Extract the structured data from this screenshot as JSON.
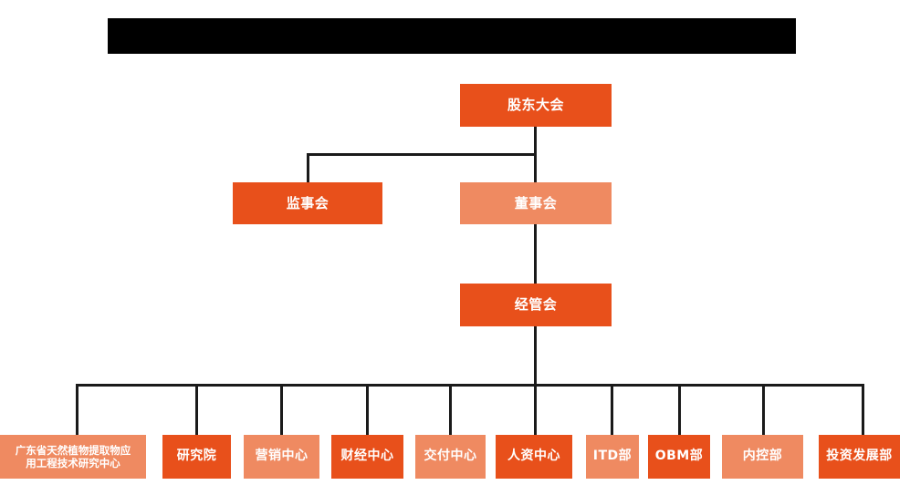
{
  "header": {
    "redacted_bar_label": "",
    "bar_color": "#000000"
  },
  "theme": {
    "dark_orange": "#E8501B",
    "light_orange": "#EF8A61",
    "line_color": "#1a1a1a",
    "background": "#ffffff",
    "text_color": "#ffffff"
  },
  "chart_data": {
    "type": "diagram",
    "title": "",
    "subtype": "org-chart",
    "orientation": "top-down",
    "levels": [
      {
        "level": 1,
        "nodes": [
          {
            "id": "shareholders",
            "label": "股东大会",
            "fill": "dark"
          }
        ]
      },
      {
        "level": 2,
        "nodes": [
          {
            "id": "supervisors",
            "label": "监事会",
            "fill": "dark"
          },
          {
            "id": "directors",
            "label": "董事会",
            "fill": "light"
          }
        ]
      },
      {
        "level": 3,
        "nodes": [
          {
            "id": "management",
            "label": "经管会",
            "fill": "dark"
          }
        ]
      },
      {
        "level": 4,
        "nodes": [
          {
            "id": "gd-center",
            "label": "广东省天然植物提取物应用工程技术研究中心",
            "fill": "light"
          },
          {
            "id": "research-institute",
            "label": "研究院",
            "fill": "dark"
          },
          {
            "id": "marketing-center",
            "label": "营销中心",
            "fill": "light"
          },
          {
            "id": "finance-center",
            "label": "财经中心",
            "fill": "dark"
          },
          {
            "id": "delivery-center",
            "label": "交付中心",
            "fill": "light"
          },
          {
            "id": "hr-center",
            "label": "人资中心",
            "fill": "dark"
          },
          {
            "id": "itd-dept",
            "label": "ITD部",
            "fill": "light"
          },
          {
            "id": "obm-dept",
            "label": "OBM部",
            "fill": "dark"
          },
          {
            "id": "internal-control-dept",
            "label": "内控部",
            "fill": "light"
          },
          {
            "id": "investment-development-dept",
            "label": "投资发展部",
            "fill": "dark"
          }
        ]
      }
    ],
    "edges": [
      {
        "from": "shareholders",
        "to": "supervisors"
      },
      {
        "from": "shareholders",
        "to": "directors"
      },
      {
        "from": "directors",
        "to": "management"
      },
      {
        "from": "management",
        "to": "gd-center"
      },
      {
        "from": "management",
        "to": "research-institute"
      },
      {
        "from": "management",
        "to": "marketing-center"
      },
      {
        "from": "management",
        "to": "finance-center"
      },
      {
        "from": "management",
        "to": "delivery-center"
      },
      {
        "from": "management",
        "to": "hr-center"
      },
      {
        "from": "management",
        "to": "itd-dept"
      },
      {
        "from": "management",
        "to": "obm-dept"
      },
      {
        "from": "management",
        "to": "internal-control-dept"
      },
      {
        "from": "management",
        "to": "investment-development-dept"
      }
    ]
  },
  "nodes": {
    "shareholders": {
      "label": "股东大会"
    },
    "supervisors": {
      "label": "监事会"
    },
    "directors": {
      "label": "董事会"
    },
    "management": {
      "label": "经管会"
    },
    "gd_center_line1": {
      "label": "广东省天然植物提取物应"
    },
    "gd_center_line2": {
      "label": "用工程技术研究中心"
    },
    "research_institute": {
      "label": "研究院"
    },
    "marketing_center": {
      "label": "营销中心"
    },
    "finance_center": {
      "label": "财经中心"
    },
    "delivery_center": {
      "label": "交付中心"
    },
    "hr_center": {
      "label": "人资中心"
    },
    "itd_dept": {
      "label": "ITD部"
    },
    "obm_dept": {
      "label": "OBM部"
    },
    "internal_control_dept": {
      "label": "内控部"
    },
    "investment_development_dept": {
      "label": "投资发展部"
    }
  }
}
